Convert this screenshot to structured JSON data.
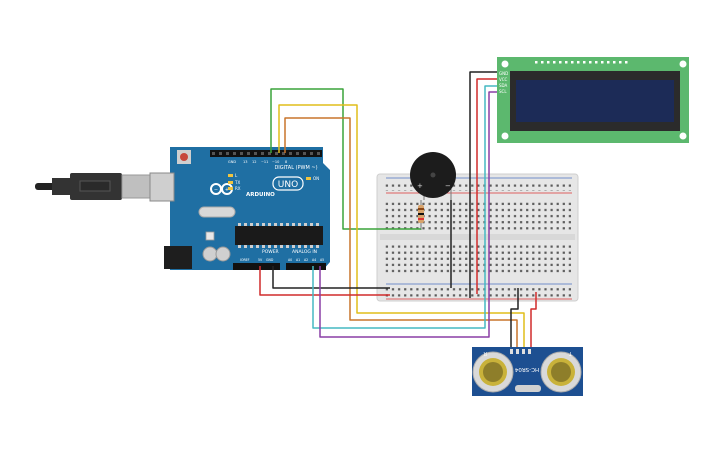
{
  "arduino": {
    "digital_label": "DIGITAL (PWM ~)",
    "brand": "ARDUINO",
    "model": "UNO",
    "power_label": "POWER",
    "analog_label": "ANALOG IN",
    "tx_label": "TX",
    "rx_label": "RX",
    "l_label": "L",
    "on_label": "ON"
  },
  "lcd": {
    "pins": [
      "GND",
      "VCC",
      "SDA",
      "SCL"
    ]
  },
  "sensor": {
    "model": "HC-SR04",
    "left_mark": "R",
    "right_mark": "T"
  },
  "buzzer": {
    "plus": "+",
    "minus": "−"
  },
  "colors": {
    "arduino_board": "#1f6fa3",
    "breadboard": "#e6e6e6",
    "lcd_board": "#5cb86e",
    "lcd_screen": "#1c2b57",
    "sensor_board": "#1d4f91",
    "wire_green": "#3aa33a",
    "wire_yellow": "#e0bd1a",
    "wire_orange": "#c8752c",
    "wire_red": "#d12c2c",
    "wire_black": "#222222",
    "wire_teal": "#45b9c2",
    "wire_purple": "#8a3fa5"
  }
}
